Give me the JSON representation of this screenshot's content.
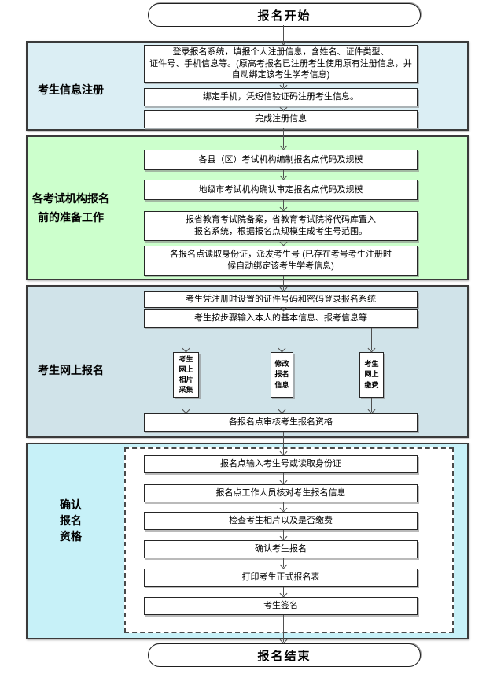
{
  "flow": {
    "start_label": "报名开始",
    "end_label": "报名结束"
  },
  "colors": {
    "section_registration_bg": "#dbeef4",
    "section_preparation_bg": "#ccffcc",
    "section_online_signup_bg": "#d0e3e9",
    "section_confirm_bg": "#c7f1f8",
    "box_bg": "#ffffff",
    "border": "#2f2f2f",
    "arrow": "#4f4f4f"
  },
  "sections": [
    {
      "label": "考生信息注册",
      "bg": "#dbeef4",
      "boxes": [
        "登录报名系统，填报个人注册信息，含姓名、证件类型、\n证件号、手机信息等。(原高考报名已注册考生使用原有注册信息，并\n自动绑定该考生学考信息)",
        "绑定手机，凭短信验证码注册考生信息。",
        "完成注册信息"
      ]
    },
    {
      "label": "各考试机构报名\n前的准备工作",
      "bg": "#ccffcc",
      "boxes": [
        "各县（区）考试机构编制报名点代码及规模",
        "地级市考试机构确认审定报名点代码及规模",
        "报省教育考试院备案，省教育考试院将代码库置入\n报名系统，根据报名点规模生成考生号范围。",
        "各报名点读取身份证，派发考生号 (已存在考号考生注册时\n候自动绑定该考生学考信息)"
      ]
    },
    {
      "label": "考生网上报名",
      "bg": "#d0e3e9",
      "boxes": [
        "考生凭注册时设置的证件号码和密码登录报名系统",
        "考生按步骤输入本人的基本信息、报考信息等"
      ],
      "branches": [
        "考生\n网上\n相片\n采集",
        "修改\n报名\n信息",
        "考生\n网上\n缴费"
      ],
      "review": "各报名点审核考生报名资格"
    },
    {
      "label": "确认\n报名\n资格",
      "bg": "#c7f1f8",
      "boxes": [
        "报名点输入考生号或读取身份证",
        "报名点工作人员核对考生报名信息",
        "检查考生相片以及是否缴费",
        "确认考生报名",
        "打印考生正式报名表",
        "考生签名"
      ]
    }
  ]
}
